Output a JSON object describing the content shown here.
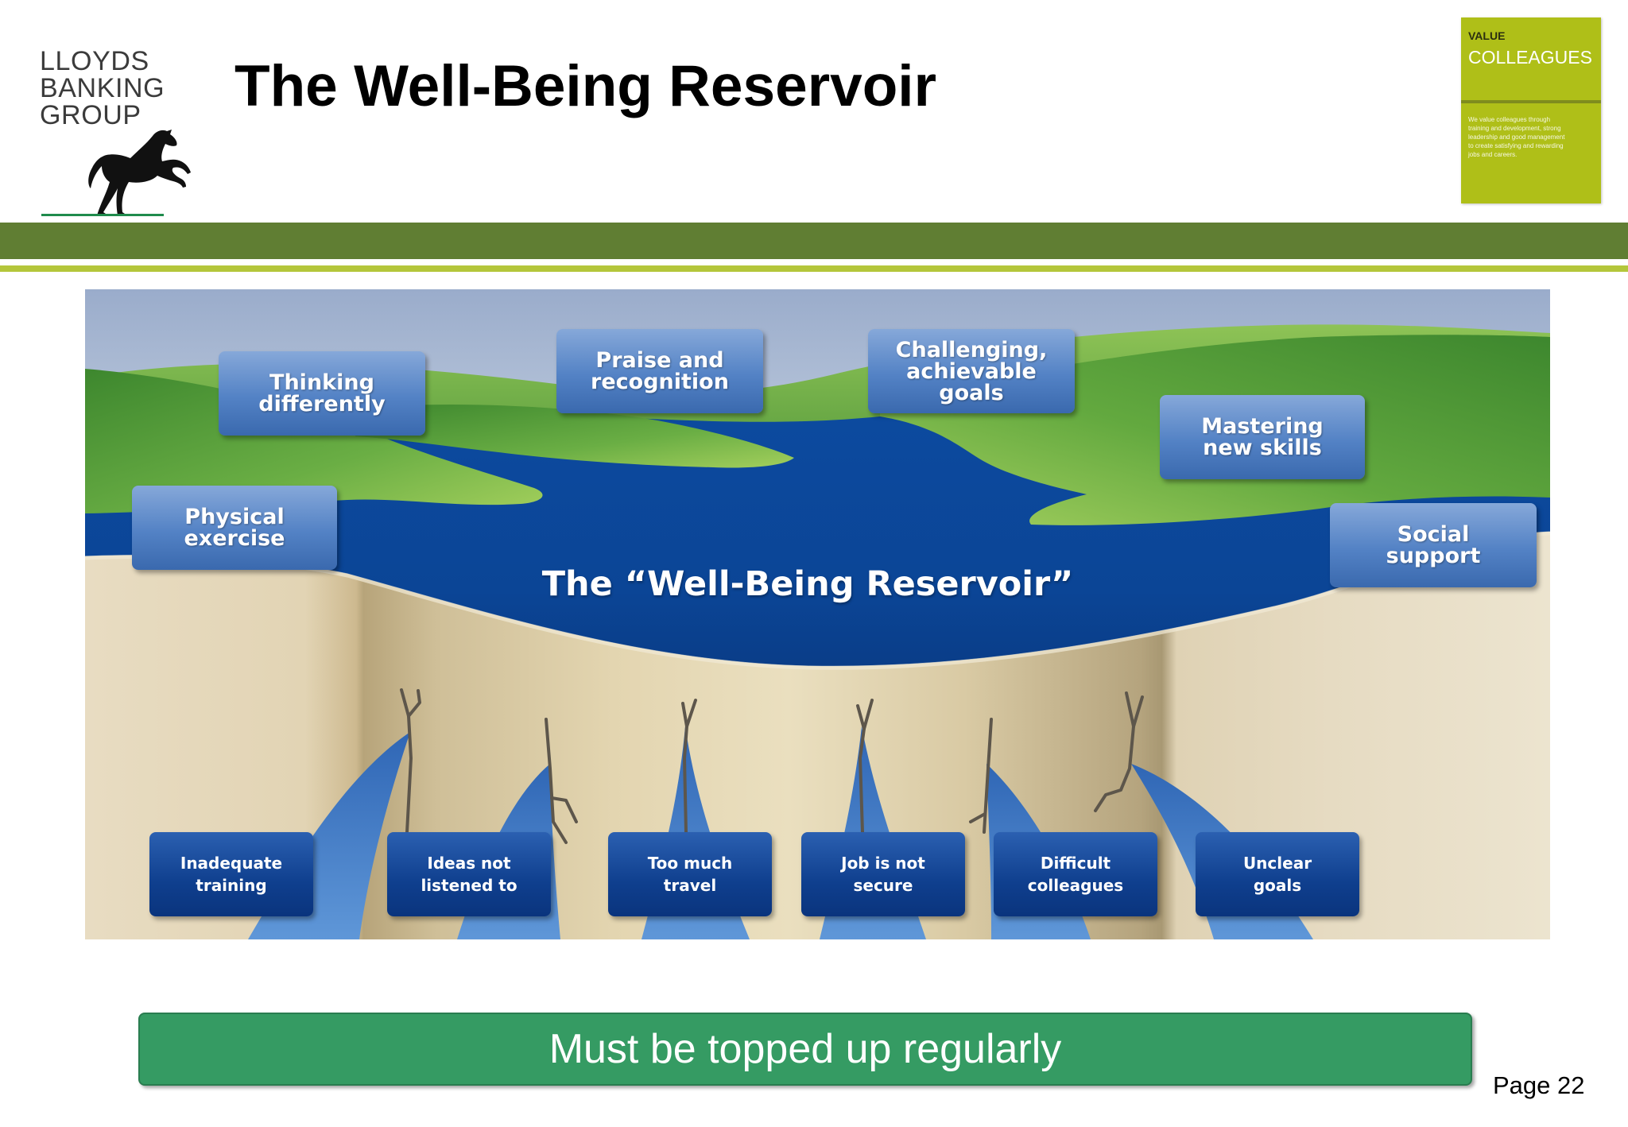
{
  "logo": {
    "lines": [
      "LLOYDS",
      "BANKING",
      "GROUP"
    ]
  },
  "title": "The Well-Being Reservoir",
  "value_card": {
    "label": "VALUE",
    "heading": "COLLEAGUES",
    "body": "We value colleagues through\ntraining and development, strong\nleadership and good management\nto create satisfying and rewarding\njobs and careers."
  },
  "diagram": {
    "reservoir_label": "The “Well-Being Reservoir”",
    "fillers": [
      {
        "label": "Thinking\ndifferently"
      },
      {
        "label": "Praise and\nrecognition"
      },
      {
        "label": "Challenging,\nachievable\ngoals"
      },
      {
        "label": "Mastering\nnew skills"
      },
      {
        "label": "Physical\nexercise"
      },
      {
        "label": "Social\nsupport"
      }
    ],
    "drains": [
      {
        "label": "Inadequate\ntraining"
      },
      {
        "label": "Ideas not\nlistened to"
      },
      {
        "label": "Too much\ntravel"
      },
      {
        "label": "Job is not\nsecure"
      },
      {
        "label": "Difficult\ncolleagues"
      },
      {
        "label": "Unclear\ngoals"
      }
    ]
  },
  "banner": "Must be topped up regularly",
  "page_number": "Page 22",
  "colors": {
    "header_band": "#607e33",
    "accent_line": "#b4c63b",
    "value_card": "#afbf18",
    "logo_underline": "#1f8b4c",
    "banner": "#359b63",
    "reservoir_water": "#0c4a9f",
    "filler_box": "#5382c5",
    "drain_box": "#0f3f8e"
  }
}
